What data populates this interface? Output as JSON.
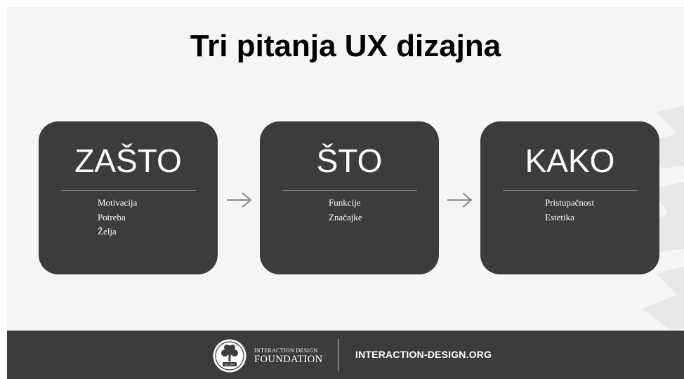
{
  "slide": {
    "title": "Tri pitanja UX dizajna"
  },
  "cards": [
    {
      "heading": "ZAŠTO",
      "items": [
        "Motivacija",
        "Potreba",
        "Želja"
      ]
    },
    {
      "heading": "ŠTO",
      "items": [
        "Funkcije",
        "Značajke"
      ]
    },
    {
      "heading": "KAKO",
      "items": [
        "Pristupačnost",
        "Estetika"
      ]
    }
  ],
  "footer": {
    "logo_line1": "INTERACTION DESIGN",
    "logo_line2": "FOUNDATION",
    "logo_badge": "Est. 2002",
    "site": "INTERACTION-DESIGN.ORG"
  },
  "colors": {
    "background": "#f6f6f6",
    "card": "#3d3c3c",
    "footer": "#3d3c3c",
    "arrow": "#8a8a8a",
    "text_light": "#ffffff",
    "title": "#000000"
  },
  "icons": {
    "arrow": "right-arrow-icon",
    "logo": "tree-logo-icon",
    "watermark": "decorative-watermark"
  }
}
